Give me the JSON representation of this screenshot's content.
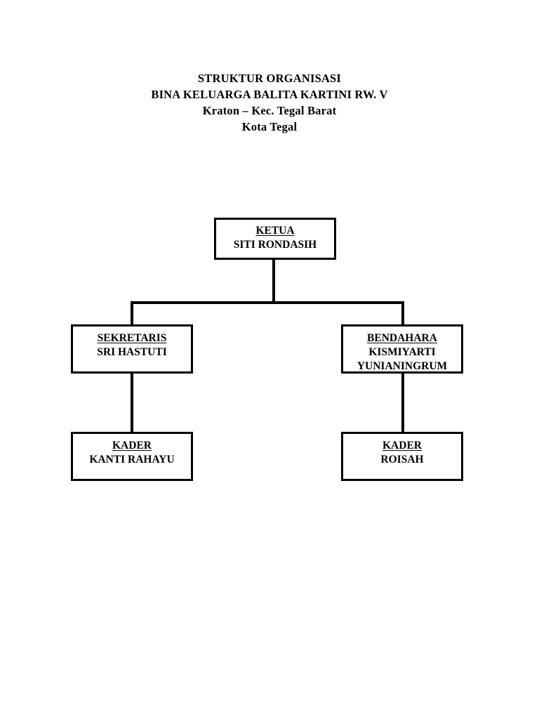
{
  "document": {
    "title_lines": [
      "STRUKTUR ORGANISASI",
      "BINA KELUARGA BALITA KARTINI RW. V",
      "Kraton – Kec. Tegal Barat",
      "Kota Tegal"
    ]
  },
  "chart_data": {
    "type": "diagram",
    "diagram_type": "organizational-chart",
    "title": "STRUKTUR ORGANISASI BINA KELUARGA BALITA KARTINI RW. V",
    "orientation": "top-down",
    "nodes": [
      {
        "id": "ketua",
        "role": "KETUA",
        "person": "SITI RONDASIH",
        "person_lines": [
          "SITI RONDASIH"
        ],
        "level": 0
      },
      {
        "id": "sekretaris",
        "role": "SEKRETARIS",
        "person": "SRI HASTUTI",
        "person_lines": [
          "SRI HASTUTI"
        ],
        "level": 1
      },
      {
        "id": "bendahara",
        "role": "BENDAHARA",
        "person": "KISMIYARTI YUNIANINGRUM",
        "person_lines": [
          "KISMIYARTI",
          "YUNIANINGRUM"
        ],
        "level": 1
      },
      {
        "id": "kader-kiri",
        "role": "KADER",
        "person": "KANTI RAHAYU",
        "person_lines": [
          "KANTI RAHAYU"
        ],
        "level": 2
      },
      {
        "id": "kader-kanan",
        "role": "KADER",
        "person": "ROISAH",
        "person_lines": [
          "ROISAH"
        ],
        "level": 2
      }
    ],
    "edges": [
      {
        "from": "ketua",
        "to": "sekretaris"
      },
      {
        "from": "ketua",
        "to": "bendahara"
      },
      {
        "from": "sekretaris",
        "to": "kader-kiri"
      },
      {
        "from": "bendahara",
        "to": "kader-kanan"
      }
    ],
    "colors": {
      "background": "#ffffff",
      "box_border": "#000000",
      "box_fill": "#ffffff",
      "text": "#000000",
      "connector": "#000000"
    }
  }
}
